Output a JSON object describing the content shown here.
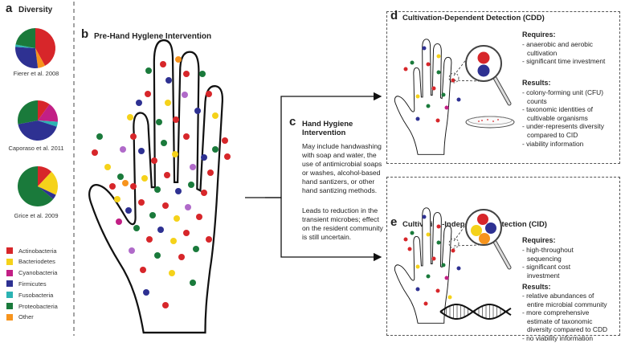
{
  "panel_a": {
    "letter": "a",
    "title": "Diversity",
    "pies": [
      {
        "caption": "Fierer et al. 2008",
        "slices": [
          {
            "taxon": "Actinobacteria",
            "fraction": 0.42
          },
          {
            "taxon": "Other",
            "fraction": 0.06
          },
          {
            "taxon": "Firmicutes",
            "fraction": 0.28
          },
          {
            "taxon": "Fusobacteria",
            "fraction": 0.02
          },
          {
            "taxon": "Proteobacteria",
            "fraction": 0.22
          }
        ]
      },
      {
        "caption": "Caporaso et al. 2011",
        "slices": [
          {
            "taxon": "Actinobacteria",
            "fraction": 0.1
          },
          {
            "taxon": "Cyanobacteria",
            "fraction": 0.16
          },
          {
            "taxon": "Fusobacteria",
            "fraction": 0.04
          },
          {
            "taxon": "Firmicutes",
            "fraction": 0.42
          },
          {
            "taxon": "Proteobacteria",
            "fraction": 0.28
          }
        ]
      },
      {
        "caption": "Grice et al. 2009",
        "slices": [
          {
            "taxon": "Actinobacteria",
            "fraction": 0.12
          },
          {
            "taxon": "Bacteriodetes",
            "fraction": 0.2
          },
          {
            "taxon": "Firmicutes",
            "fraction": 0.04
          },
          {
            "taxon": "Proteobacteria",
            "fraction": 0.64
          }
        ]
      }
    ],
    "legend": [
      {
        "label": "Actinobacteria",
        "color": "#d7262a"
      },
      {
        "label": "Bacteriodetes",
        "color": "#f5d21a"
      },
      {
        "label": "Cyanobacteria",
        "color": "#c21f85"
      },
      {
        "label": "Firmicutes",
        "color": "#2e3192"
      },
      {
        "label": "Fusobacteria",
        "color": "#2bb3b3"
      },
      {
        "label": "Proteobacteria",
        "color": "#1a7a3b"
      },
      {
        "label": "Other",
        "color": "#f7941d"
      }
    ]
  },
  "panel_b": {
    "letter": "b",
    "title": "Pre-Hand Hyglene Intervention"
  },
  "panel_c": {
    "letter": "c",
    "title_lines": [
      "Hand Hygiene",
      "Intervention"
    ],
    "paragraph1": [
      "May include handwashing",
      "with soap and water, the",
      "use of antimicrobial soaps",
      "or washes, alcohol-based",
      "hand santizers, or other",
      "hand santizing methods."
    ],
    "paragraph2": [
      "Leads to reduction in the",
      "transient microbes; effect",
      "on the resident community",
      "is still uncertain."
    ]
  },
  "panel_d": {
    "letter": "d",
    "title": "Cultivation-Dependent Detection (CDD)",
    "requires_heading": "Requires:",
    "requires": [
      "- anaerobic and aerobic",
      "  cultivation",
      "- significant time investment"
    ],
    "results_heading": "Results:",
    "results": [
      "- colony-forming unit (CFU)",
      "  counts",
      "- taxonomic identities of",
      "  cultivable organisms",
      "- under-represents diversity",
      "  compared to CID",
      "- viability information"
    ]
  },
  "panel_e": {
    "letter": "e",
    "title": "Cultivation-Independent Detection (CID)",
    "requires_heading": "Requires:",
    "requires": [
      "- high-throughout",
      "  sequencing",
      "- significant cost",
      "  investment"
    ],
    "results_heading": "Results:",
    "results": [
      "- relative abundances of",
      "  entire microbial community",
      "- more comprehensive",
      "  estimate of taxonomic",
      "  diversity compared to CDD",
      "- no viability information"
    ]
  },
  "icons": {
    "hand": "hand-icon",
    "petri_dish": "petri-dish-icon",
    "magnifier": "magnifying-glass-icon",
    "dna": "dna-helix-icon",
    "arrow": "arrow-icon"
  }
}
